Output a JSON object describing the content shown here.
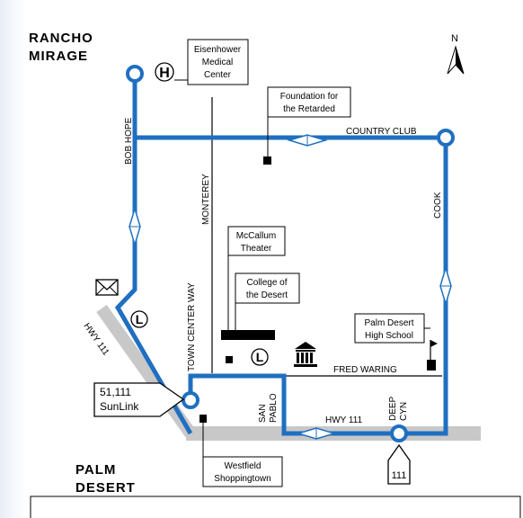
{
  "cities": {
    "rancho_mirage": [
      "RANCHO",
      "MIRAGE"
    ],
    "palm_desert": [
      "PALM",
      "DESERT"
    ]
  },
  "north_label": "N",
  "streets": {
    "bob_hope": "BOB HOPE",
    "country_club": "COUNTRY CLUB",
    "monterey": "MONTEREY",
    "cook": "COOK",
    "town_center_way": "TOWN CENTER WAY",
    "hwy_111_diag": "HWY 111",
    "fred_waring": "FRED WARING",
    "san_pablo": [
      "SAN",
      "PABLO"
    ],
    "hwy_111": "HWY 111",
    "deep_cyn": [
      "DEEP",
      "CYN"
    ]
  },
  "places": {
    "eisenhower": [
      "Eisenhower",
      "Medical",
      "Center"
    ],
    "foundation": [
      "Foundation for",
      "the Retarded"
    ],
    "mccallum": [
      "McCallum",
      "Theater"
    ],
    "college": [
      "College of",
      "the Desert"
    ],
    "high_school": [
      "Palm Desert",
      "High School"
    ],
    "westfield": [
      "Westfield",
      "Shoppingtown"
    ]
  },
  "route_box": [
    "51,111",
    "SunLink"
  ],
  "hwy_shield": "111",
  "symbols": {
    "hospital": "H",
    "library": "L"
  },
  "colors": {
    "route": "#1f6fc1",
    "highway": "#c8c8c8",
    "street": "#000000"
  }
}
